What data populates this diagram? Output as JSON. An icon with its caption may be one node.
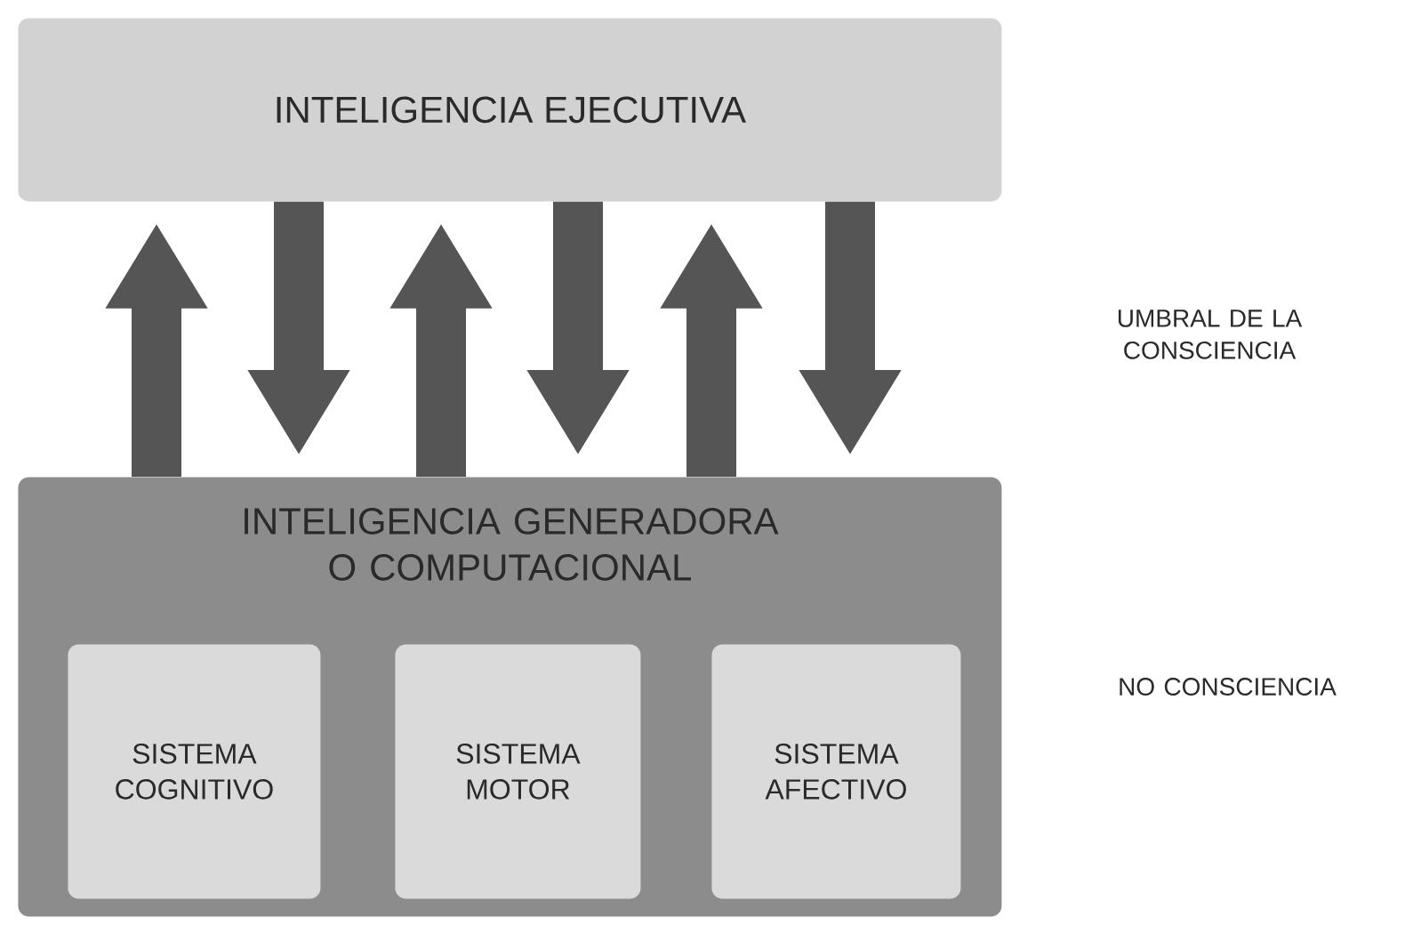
{
  "diagram": {
    "nodes": [
      {
        "text": [
          "INTELIGENCIA EJECUTIVA"
        ]
      },
      {
        "text": [
          "INTELIGENCIA GENERADORA O COMPUTACIONAL"
        ]
      },
      {
        "text": [
          "SISTEMA COGNITIVO"
        ],
        "in": 1
      },
      {
        "text": [
          "SISTEMA MOTOR"
        ],
        "in": 1
      },
      {
        "text": [
          "SISTEMA AFECTIVO"
        ],
        "in": 1
      }
    ],
    "edges": [
      {
        "from": 1,
        "to": 0,
        "arrow": "to"
      },
      {
        "from": 0,
        "to": 1,
        "arrow": "to"
      },
      {
        "from": 1,
        "to": 0,
        "arrow": "to"
      },
      {
        "from": 0,
        "to": 1,
        "arrow": "to"
      },
      {
        "from": 1,
        "to": 0,
        "arrow": "to"
      },
      {
        "from": 0,
        "to": 1,
        "arrow": "to"
      }
    ],
    "labels": [
      "UMBRAL DE LA CONSCIENCIA",
      "NO CONSCIENCIA"
    ]
  }
}
